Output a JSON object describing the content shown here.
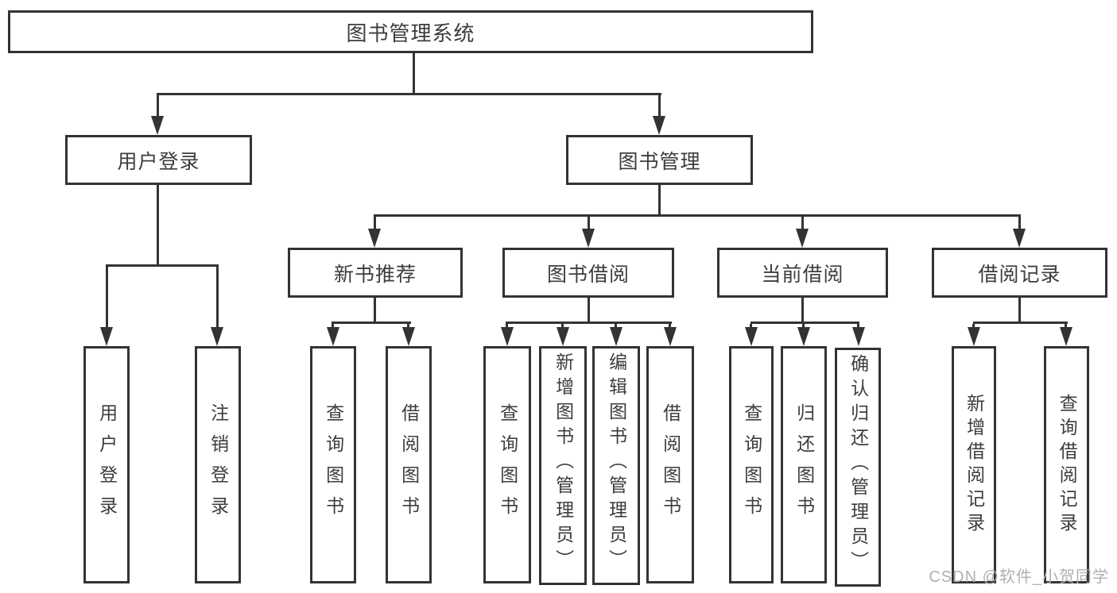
{
  "diagram": {
    "nodes": {
      "root": "图书管理系统",
      "level2": [
        "用户登录",
        "图书管理"
      ],
      "level3": [
        "新书推荐",
        "图书借阅",
        "当前借阅",
        "借阅记录"
      ],
      "leaves_user": [
        "用户登录",
        "注销登录"
      ],
      "leaves_recommend": [
        "查询图书",
        "借阅图书"
      ],
      "leaves_borrow": [
        "查询图书",
        "新增图书（管理员）",
        "编辑图书（管理员）",
        "借阅图书"
      ],
      "leaves_current": [
        "查询图书",
        "归还图书",
        "确认归还（管理员）"
      ],
      "leaves_record": [
        "新增借阅记录",
        "查询借阅记录"
      ]
    },
    "colors": {
      "line": "#333333",
      "text": "#3d3d3d",
      "background": "#ffffff",
      "watermark": "#b0b0b0"
    }
  },
  "watermark": "CSDN @软件_小贺同学"
}
